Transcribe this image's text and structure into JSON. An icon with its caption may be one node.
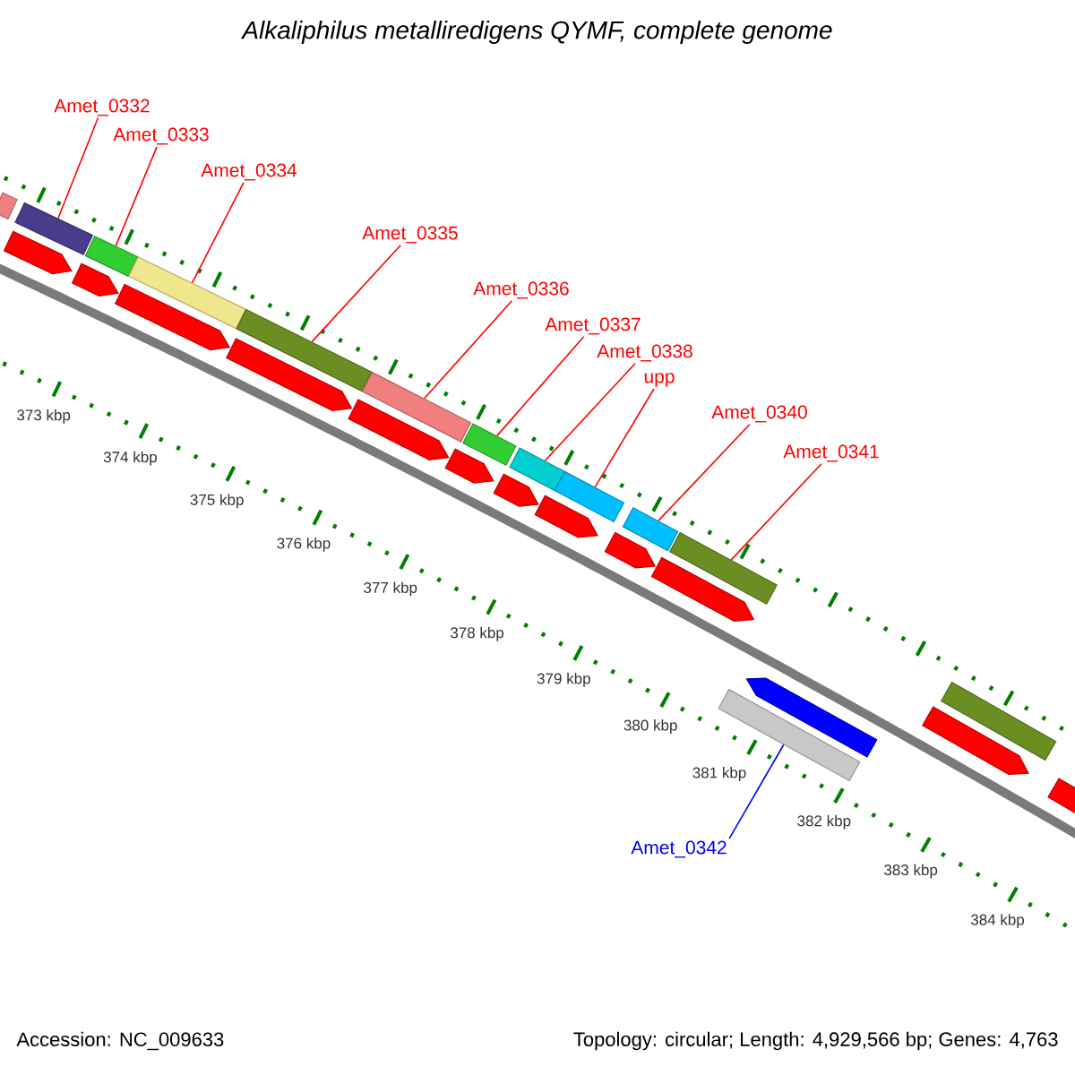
{
  "diagram": {
    "title": "Alkaliphilus metalliredigens QYMF, complete genome",
    "nodes": [
      {
        "text": [
          "Amet_0332"
        ]
      },
      {
        "text": [
          "Amet_0333"
        ]
      },
      {
        "text": [
          "Amet_0334"
        ]
      },
      {
        "text": [
          "Amet_0335"
        ]
      },
      {
        "text": [
          "Amet_0336"
        ]
      },
      {
        "text": [
          "Amet_0337"
        ]
      },
      {
        "text": [
          "Amet_0338"
        ]
      },
      {
        "text": [
          "upp"
        ]
      },
      {
        "text": [
          "Amet_0340"
        ]
      },
      {
        "text": [
          "Amet_0341"
        ]
      },
      {
        "text": [
          "Amet_0342"
        ]
      },
      {
        "text": [],
        "shape": "bar"
      },
      {
        "text": [],
        "shape": "bar"
      },
      {
        "text": [],
        "shape": "bar"
      },
      {
        "text": [],
        "shape": "bar"
      },
      {
        "text": [],
        "shape": "bar"
      },
      {
        "text": [],
        "shape": "bar"
      },
      {
        "text": [],
        "shape": "bar"
      },
      {
        "text": [],
        "shape": "bar"
      },
      {
        "text": [],
        "shape": "bar"
      },
      {
        "text": [],
        "shape": "bar"
      },
      {
        "text": [],
        "shape": "bar"
      },
      {
        "text": [],
        "shape": "bar"
      },
      {
        "text": [],
        "shape": "bar"
      }
    ],
    "edges": [
      {
        "from": 0,
        "to": 12,
        "arrow": "none"
      },
      {
        "from": 1,
        "to": 13,
        "arrow": "none"
      },
      {
        "from": 2,
        "to": 14,
        "arrow": "none"
      },
      {
        "from": 3,
        "to": 15,
        "arrow": "none"
      },
      {
        "from": 4,
        "to": 16,
        "arrow": "none"
      },
      {
        "from": 5,
        "to": 17,
        "arrow": "none"
      },
      {
        "from": 6,
        "to": 18,
        "arrow": "none"
      },
      {
        "from": 7,
        "to": 19,
        "arrow": "none"
      },
      {
        "from": 8,
        "to": 20,
        "arrow": "none"
      },
      {
        "from": 9,
        "to": 21,
        "arrow": "none"
      },
      {
        "from": 10,
        "to": 22,
        "arrow": "none",
        "color": "#0000ff"
      }
    ],
    "labels": [
      "373 kbp",
      "374 kbp",
      "375 kbp",
      "376 kbp",
      "377 kbp",
      "378 kbp",
      "379 kbp",
      "380 kbp",
      "381 kbp",
      "382 kbp",
      "383 kbp",
      "384 kbp",
      "Accession: NC_009633",
      "Topology: circular; Length: 4,929,566 bp; Genes: 4,763"
    ]
  }
}
